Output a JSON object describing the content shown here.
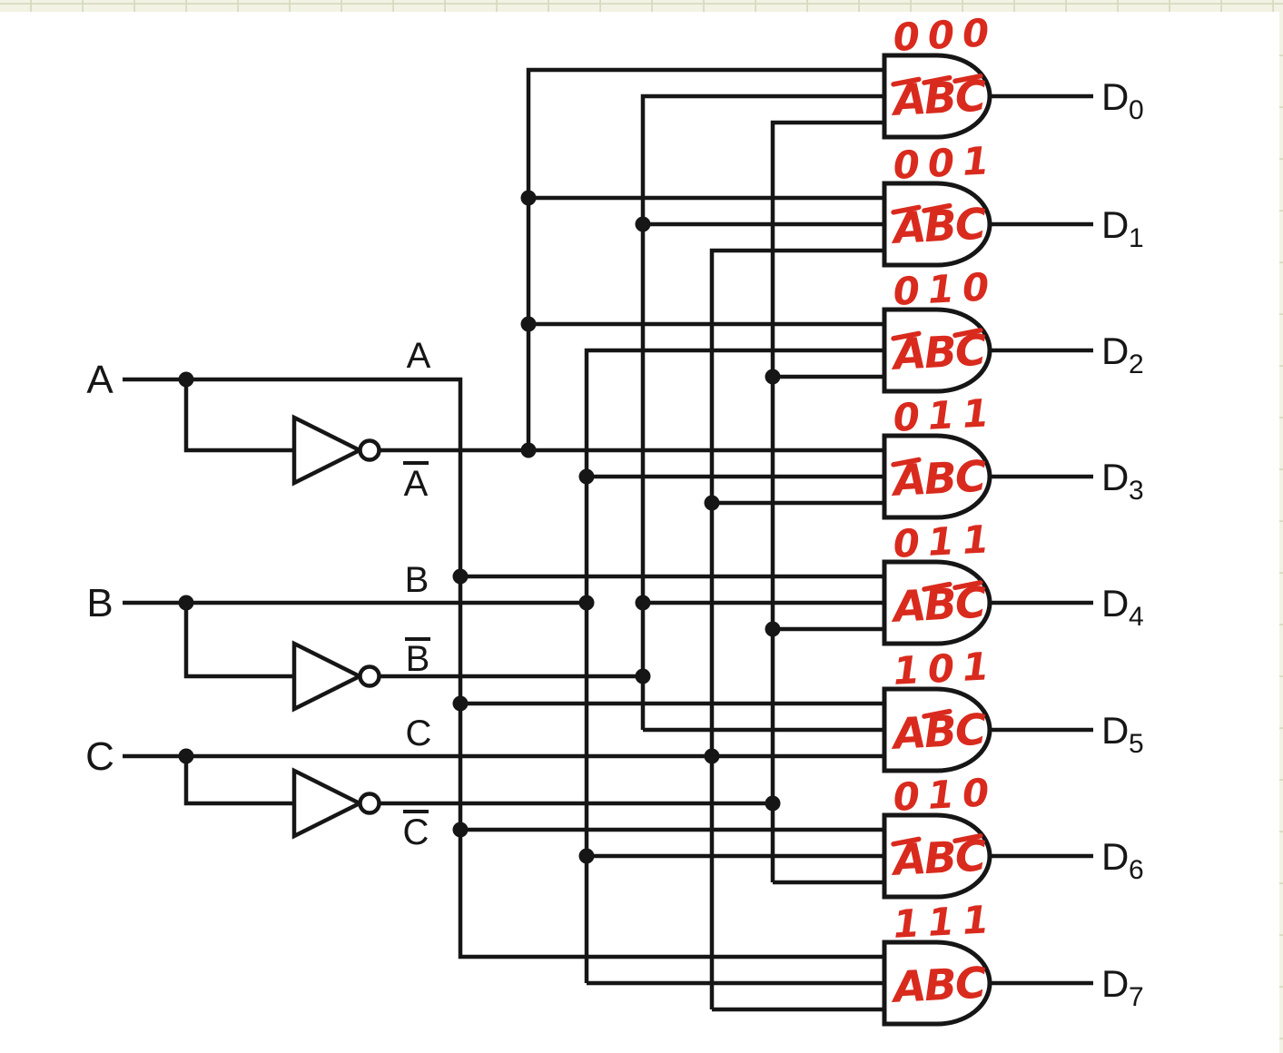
{
  "figure": {
    "kind": "logic-circuit-schematic",
    "description": "3-input line decoder: inputs A, B, C pass through inverters and feed eight 3-input AND gates producing outputs D0-D7; red handwritten annotations show the binary code above each gate and the product term inside each gate",
    "colors": {
      "wire": "#161616",
      "annotation_red": "#d92a1e",
      "paper": "#ffffff",
      "grid_background": "#f2f3e4",
      "grid_line": "#d7dbc1"
    }
  },
  "inputs": [
    {
      "label": "A"
    },
    {
      "label": "B"
    },
    {
      "label": "C"
    }
  ],
  "rails": [
    {
      "label": "A",
      "bar": false
    },
    {
      "label": "A",
      "bar": true
    },
    {
      "label": "B",
      "bar": false
    },
    {
      "label": "B",
      "bar": true
    },
    {
      "label": "C",
      "bar": false
    },
    {
      "label": "C",
      "bar": true
    }
  ],
  "gates": [
    {
      "code": "000",
      "term": [
        {
          "l": "A",
          "bar": true
        },
        {
          "l": "B",
          "bar": true
        },
        {
          "l": "C",
          "bar": true
        }
      ],
      "output": "D",
      "sub": "0"
    },
    {
      "code": "001",
      "term": [
        {
          "l": "A",
          "bar": true
        },
        {
          "l": "B",
          "bar": true
        },
        {
          "l": "C",
          "bar": false
        }
      ],
      "output": "D",
      "sub": "1"
    },
    {
      "code": "010",
      "term": [
        {
          "l": "A",
          "bar": true
        },
        {
          "l": "B",
          "bar": false
        },
        {
          "l": "C",
          "bar": true
        }
      ],
      "output": "D",
      "sub": "2"
    },
    {
      "code": "011",
      "term": [
        {
          "l": "A",
          "bar": true
        },
        {
          "l": "B",
          "bar": false
        },
        {
          "l": "C",
          "bar": false
        }
      ],
      "output": "D",
      "sub": "3"
    },
    {
      "code": "011",
      "term": [
        {
          "l": "A",
          "bar": false
        },
        {
          "l": "B",
          "bar": true
        },
        {
          "l": "C",
          "bar": true
        }
      ],
      "output": "D",
      "sub": "4"
    },
    {
      "code": "101",
      "term": [
        {
          "l": "A",
          "bar": false
        },
        {
          "l": "B",
          "bar": true
        },
        {
          "l": "C",
          "bar": false
        }
      ],
      "output": "D",
      "sub": "5"
    },
    {
      "code": "010",
      "term": [
        {
          "l": "A",
          "bar": true
        },
        {
          "l": "B",
          "bar": false
        },
        {
          "l": "C",
          "bar": true
        }
      ],
      "output": "D",
      "sub": "6"
    },
    {
      "code": "111",
      "term": [
        {
          "l": "A",
          "bar": false
        },
        {
          "l": "B",
          "bar": false
        },
        {
          "l": "C",
          "bar": false
        }
      ],
      "output": "D",
      "sub": "7"
    }
  ]
}
